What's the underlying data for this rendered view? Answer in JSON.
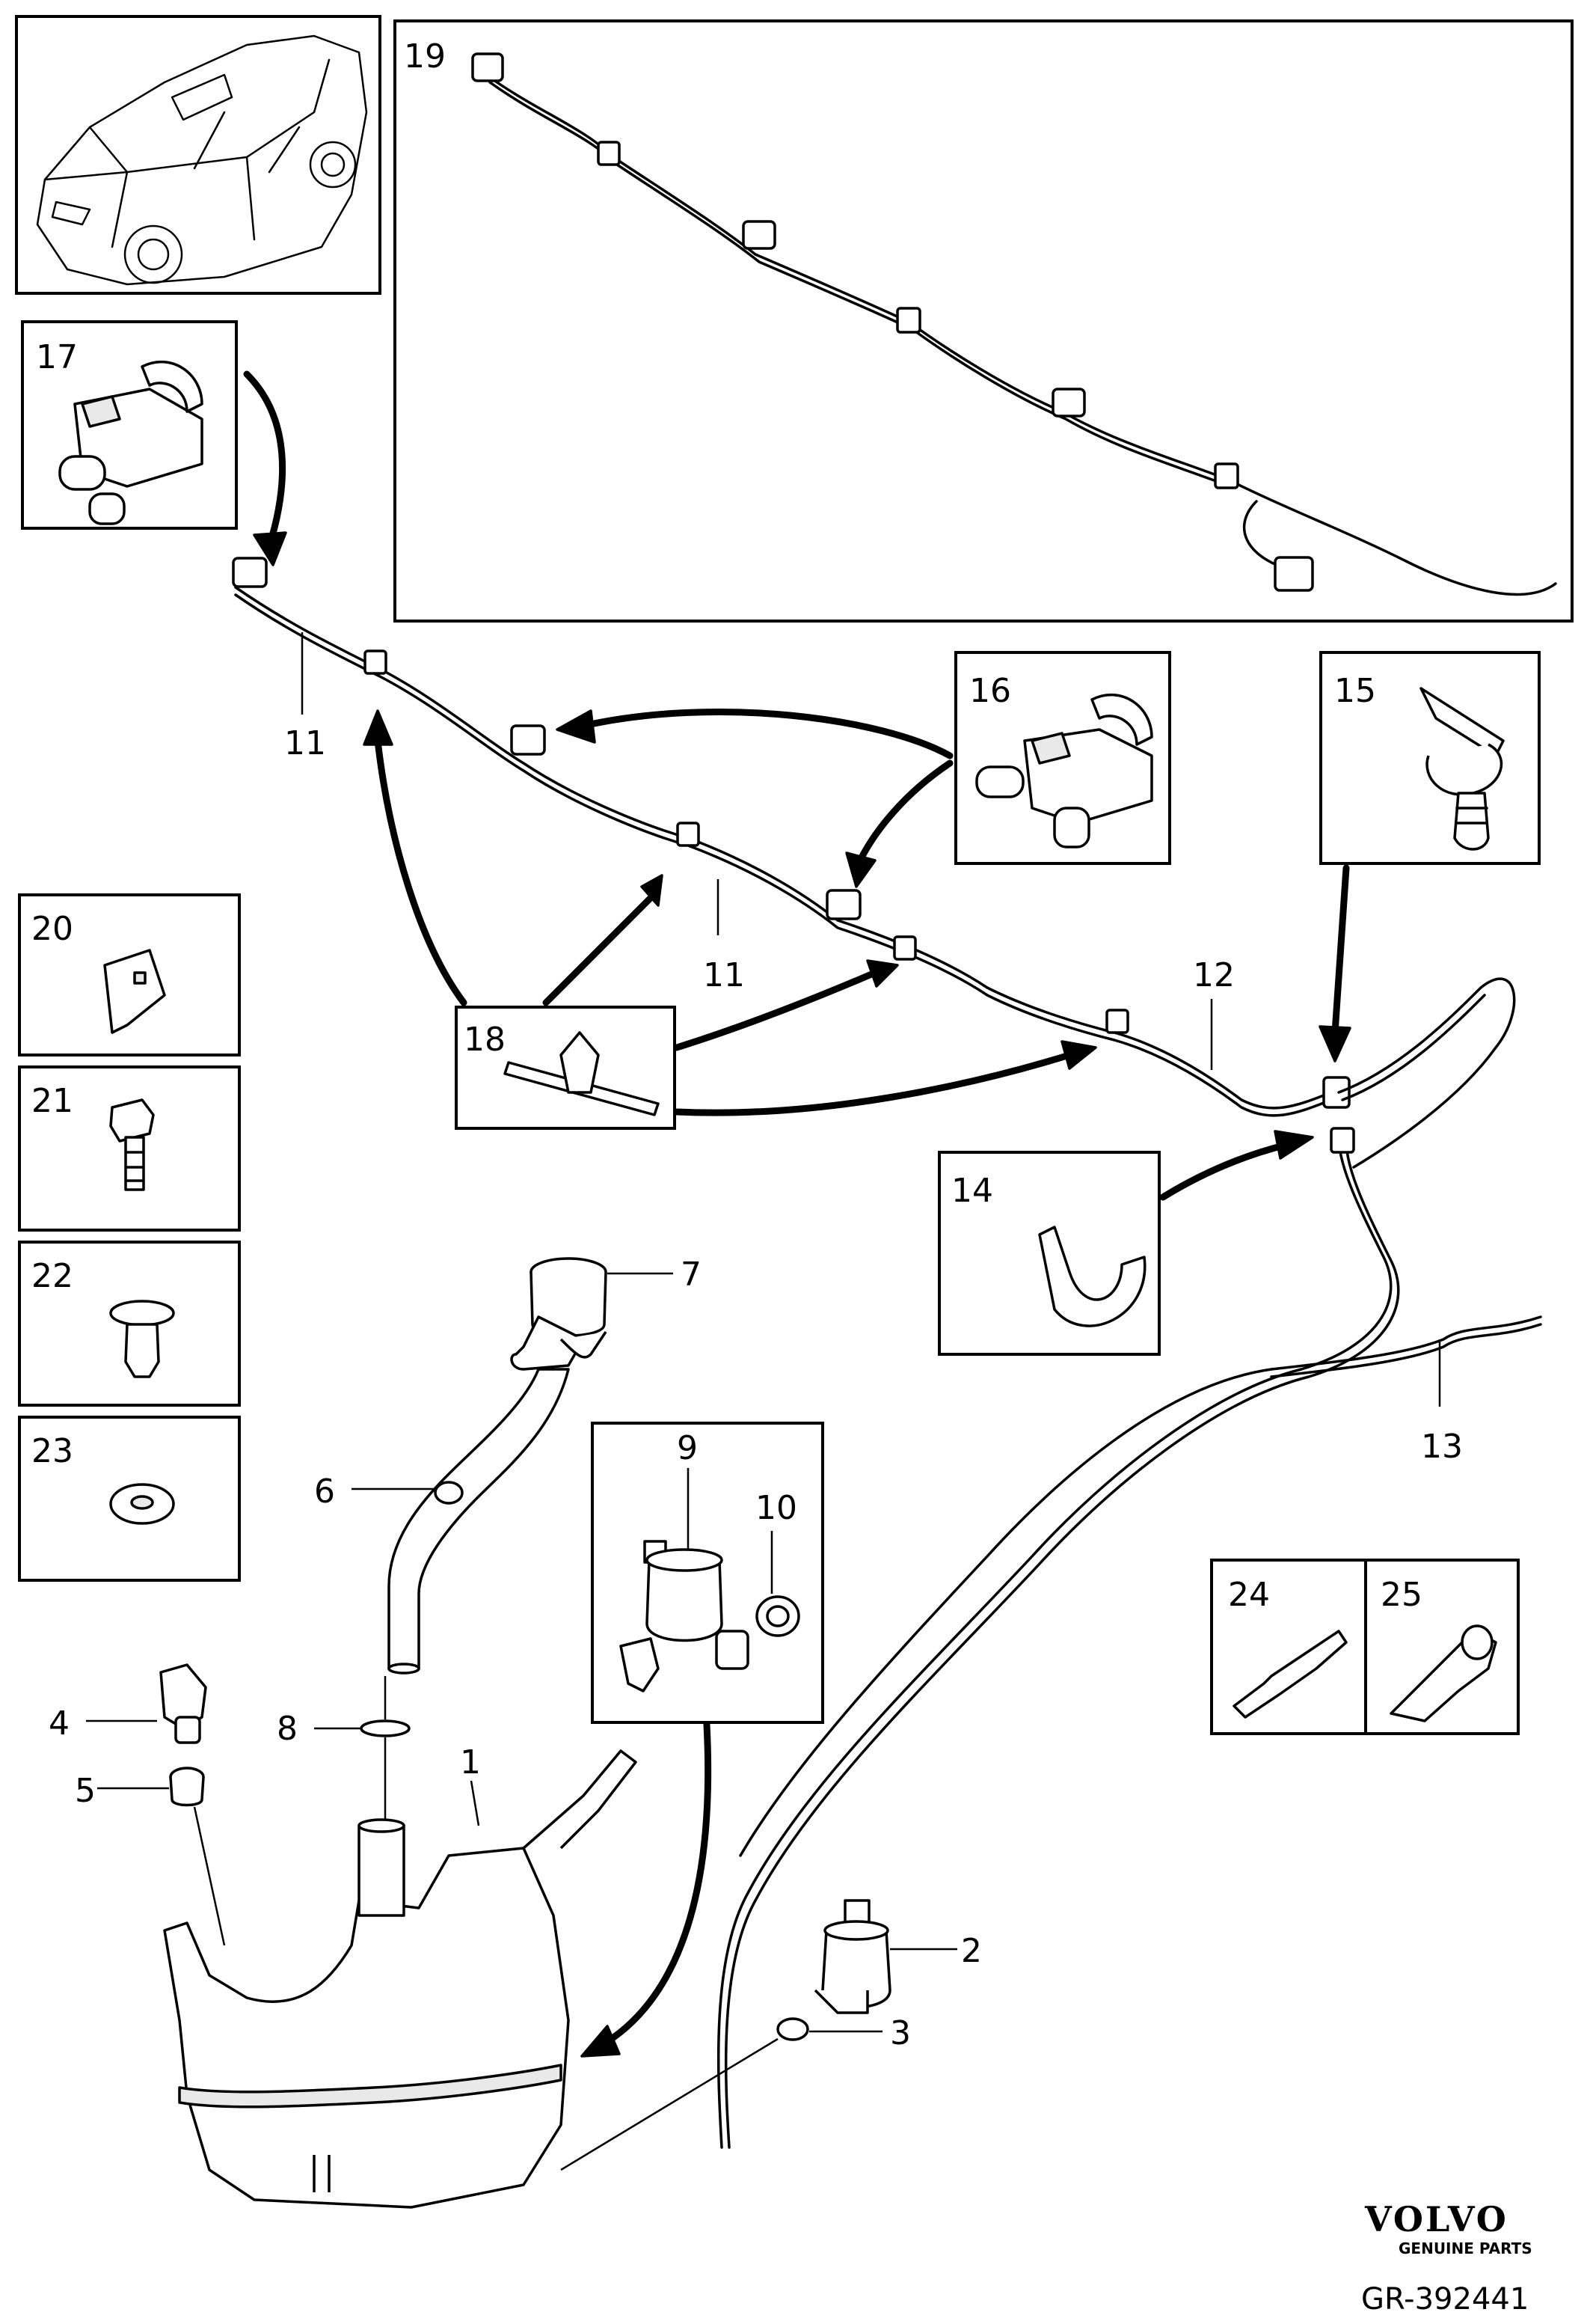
{
  "diagram": {
    "brand": "VOLVO",
    "brand_sub": "GENUINE PARTS",
    "reference": "GR-392441",
    "callouts": {
      "c1": "1",
      "c2": "2",
      "c3": "3",
      "c4": "4",
      "c5": "5",
      "c6": "6",
      "c7": "7",
      "c8": "8",
      "c9": "9",
      "c10": "10",
      "c11a": "11",
      "c11b": "11",
      "c12": "12",
      "c13": "13",
      "c14": "14",
      "c15": "15",
      "c16": "16",
      "c17": "17",
      "c18": "18",
      "c19": "19",
      "c20": "20",
      "c21": "21",
      "c22": "22",
      "c23": "23",
      "c24": "24",
      "c25": "25"
    }
  }
}
